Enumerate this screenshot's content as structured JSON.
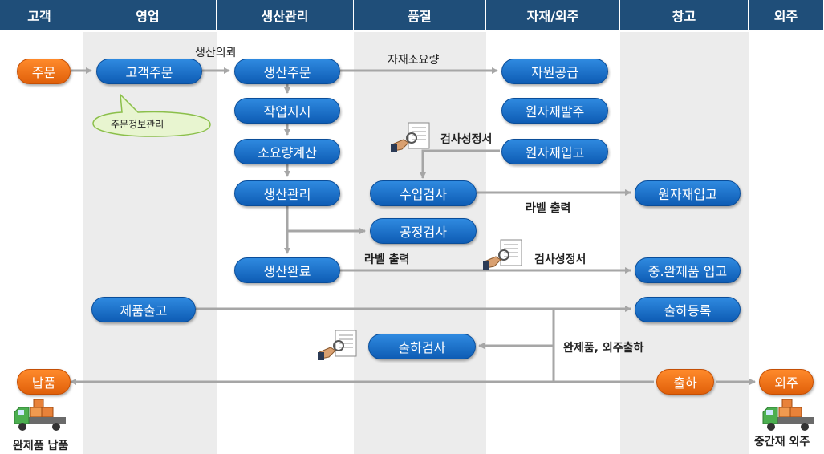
{
  "lanes": [
    "고객",
    "영업",
    "생산관리",
    "품질",
    "자재/외주",
    "창고",
    "외주"
  ],
  "nodes": {
    "order": "주문",
    "customer_order": "고객주문",
    "prod_order": "생산주문",
    "work_instruction": "작업지시",
    "requirement_calc": "소요량계산",
    "prod_management": "생산관리",
    "prod_complete": "생산완료",
    "product_release": "제품출고",
    "resource_supply": "자원공급",
    "raw_material_order": "원자재발주",
    "raw_material_receipt": "원자재입고",
    "incoming_inspection": "수입검사",
    "process_inspection": "공정검사",
    "shipping_inspection": "출하검사",
    "warehouse_raw_receipt": "원자재입고",
    "warehouse_product_receipt": "중.완제품 입고",
    "shipping_registration": "출하등록",
    "shipment": "출하",
    "delivery": "납품",
    "outsourcing": "외주"
  },
  "callout": "주문정보관리",
  "labels": {
    "prod_request": "생산의뢰",
    "material_requirement": "자재소요량",
    "inspection_report_1": "검사성정서",
    "label_print_1": "라벨 출력",
    "label_print_2": "라벨 출력",
    "inspection_report_2": "검사성정서",
    "finished_outsourced_shipping": "완제품, 외주출하",
    "finished_delivery": "완제품 납품",
    "intermediate_outsourcing": "중간재 외주"
  },
  "colors": {
    "header": "#1f4e79",
    "lane_shade": "#ececec",
    "node_blue": "#1670d0",
    "node_orange": "#f07010",
    "arrow": "#a6a6a6"
  }
}
